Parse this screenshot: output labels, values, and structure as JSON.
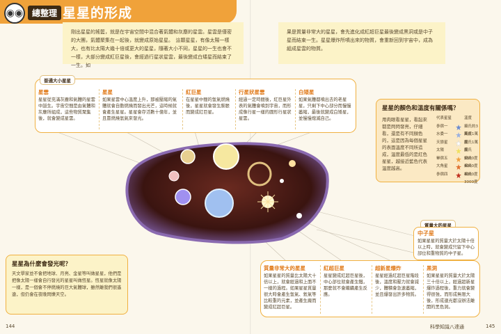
{
  "header": {
    "tag": "總整理",
    "title": "星星的形成",
    "logo": "owl-face-icon"
  },
  "intro": {
    "left": "剛出星星的搖籃，就是在宇宙空間中混合著氣體和灰塵的星雲。星雲是僅密的大團，氣體聚集在一起後，就變成原始星星。　這顆星星，有像太陽一樣大，也有比太陽大幾十倍或更大的星星，隨著大小不同，星星的一生也會不一樣，大部分變成紅巨星後，會經過行星狀星雲，最後變成白矮星而結束了一生。如",
    "right": "果是質量非常大的星星，會先進化成紅超巨星最後變成黑洞或是中子星而結束一生。星星爆炸所噴出來的物質，會重新回到宇宙中，成為組成星雲的物質。"
  },
  "top_group": {
    "label": "普通大小星星",
    "items": [
      {
        "title": "星雲",
        "text": "星星從充滿灰塵和氣體的星雲中誕生。宇宙空間是由氣體和灰塵所組成，這些物質聚集後，就會變成星雲。"
      },
      {
        "title": "星星",
        "text": "如果星雲中心溫度上升，那被壓縮的氣體就會自動燃燒而發出光芒，這時候就會產生星星。星星會存活數十億年，並且靠燃燒氫氣來發光。"
      },
      {
        "title": "紅巨星",
        "text": "在星星中間的氫氣燃燒後，星星就會發生膨脹而變成紅巨星。"
      },
      {
        "title": "行星狀星雲",
        "text": "經過一定時間後，紅巨星外表的氣體會噴到宇宙，而形成像行星一樣的圓形行星狀星雲。"
      },
      {
        "title": "白矮星",
        "text": "如果氣體都噴出去的老星星，只剩下中心部分而慢慢萎縮，最後就變成白矮星，並慢慢熄滅自己。"
      }
    ]
  },
  "color_box": {
    "title": "星星的顏色和溫度有關係嗎？",
    "desc": "用肉眼看星星，看起來都是閃閃發亮，仔細看，還是有不同顏色的，這是因為每個星星的表面溫度不同所造成，溫度最低的是紅色星星，越接近藍色代表溫度越高。",
    "rows": [
      {
        "name": "代表星星",
        "temp": "溫度",
        "color": "#8a6a4a"
      },
      {
        "name": "參宿一",
        "temp": "攝氏約3萬度",
        "color": "#6a8ad0"
      },
      {
        "name": "水委一",
        "temp": "攝氏1萬度",
        "color": "#9ab0e0"
      },
      {
        "name": "天狼星",
        "temp": "攝氏1萬度",
        "color": "#ffffff"
      },
      {
        "name": "太陽",
        "temp": "攝氏5500度",
        "color": "#f0e060"
      },
      {
        "name": "畢宿五",
        "temp": "攝氏4000度",
        "color": "#f0a040"
      },
      {
        "name": "大角星",
        "temp": "攝氏4000度",
        "color": "#e07030"
      },
      {
        "name": "參宿四",
        "temp": "攝氏3000度",
        "color": "#c03020"
      }
    ]
  },
  "big_star_label": "質量大的星星",
  "neutron": {
    "title": "中子星",
    "text": "如果星星的質量大於太陽十倍以上時，就會變成只留下中心部位和重物質的中子星。"
  },
  "bottom_group": {
    "items": [
      {
        "title": "質量非常大的星星",
        "text": "如果星星的質量比太陽大十倍以上，就會經過和上面不一樣的過程。如果星星質量很大時會產生氫氣、氦氣等比較重的元素，並產生龐而變成紅超巨星。"
      },
      {
        "title": "紅超巨星",
        "text": "星星變成紅超巨星後，中心部位就會產生鐵，那麼就不會繼續產生反應。"
      },
      {
        "title": "超新星爆炸",
        "text": "星星經過紅超巨星階段後，溫度和壓力就會減少，體積會急速萎縮，並且爆發出許多物質。"
      },
      {
        "title": "黑洞",
        "text": "如果星星的質量大於太陽三十倍以上，經過超新星爆炸過程後，重力就會變得很強，而形成無限大後，形成連光都沒辦法離開的黑色洞。"
      }
    ]
  },
  "left_q": {
    "title": "星星為什麼會發光呢？",
    "text": "天文學家並不會把地球、月亮、金星等叫做星星，他們是把像太陽一樣會自行發光的星星叫做恆星。恆星就像太陽一樣，是一個會不停燃燒的巨大氣體球，雖然離我們很遙遠，但仍會在夜晚閃爍天空。"
  },
  "footer": {
    "left_page": "144",
    "right_title": "科學知識八達通",
    "right_page": "145"
  }
}
